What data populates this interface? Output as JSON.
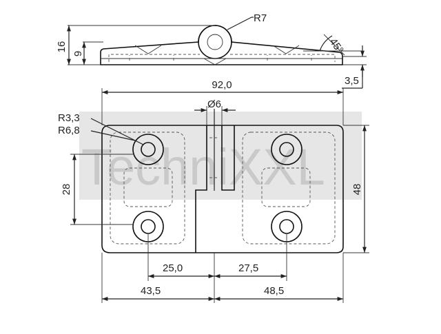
{
  "watermark": {
    "text": "TechniXXL",
    "color": "#c9c9c9"
  },
  "dimensions": {
    "r7": "R7",
    "h16": "16",
    "h9": "9",
    "angle45": "45°",
    "t35": "3,5",
    "w92": "92,0",
    "dia6": "Ø6",
    "r33": "R3,3",
    "r68": "R6,8",
    "h28": "28",
    "h48": "48",
    "w25": "25,0",
    "w275": "27,5",
    "w435": "43,5",
    "w485": "48,5"
  }
}
